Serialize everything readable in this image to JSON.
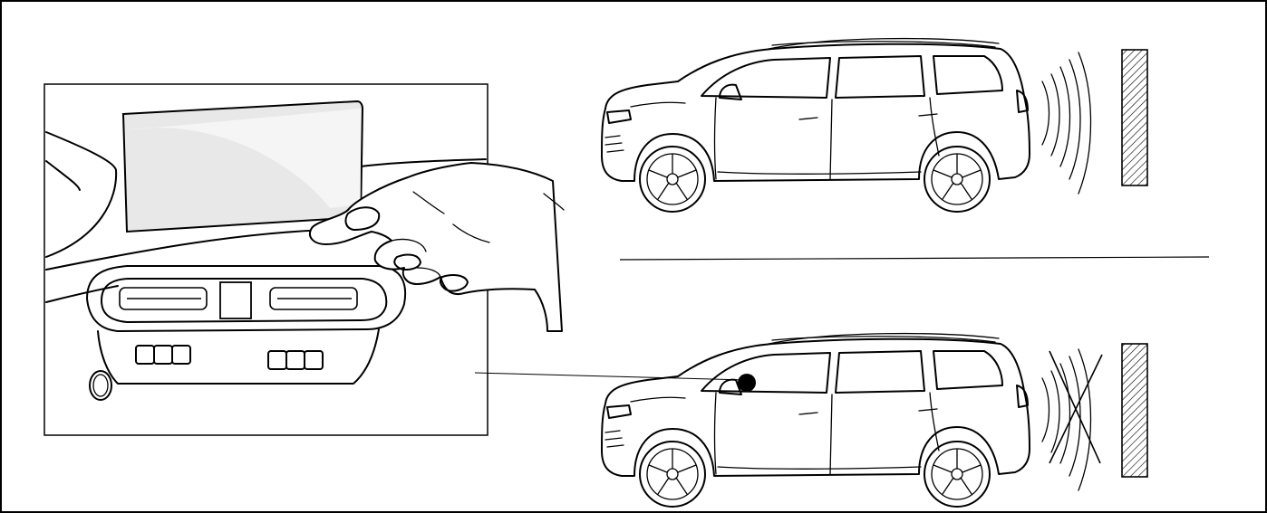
{
  "figure": {
    "panels": [
      {
        "id": "dashboard-touchscreen",
        "icon": "hand-touching-screen-icon"
      },
      {
        "id": "car-sensors-active",
        "icon": "car-with-sensor-waves-icon"
      },
      {
        "id": "car-sensors-deactivated",
        "icon": "car-with-crossed-waves-icon"
      }
    ],
    "colors": {
      "line": "#000000",
      "screen": "#e8e8e8",
      "wall_hatch": "#000000",
      "indicator_dot": "#000000"
    }
  }
}
